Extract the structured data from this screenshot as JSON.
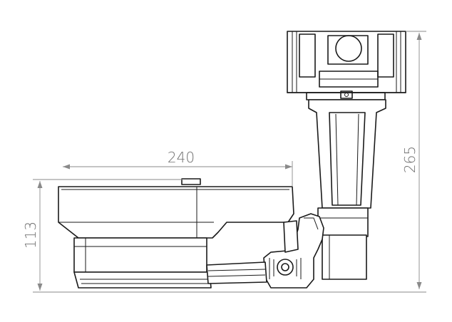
{
  "dimensions": {
    "width_label": "240",
    "height_camera_label": "113",
    "height_total_label": "265"
  },
  "colors": {
    "outline": "#1a1a1a",
    "dimension": "#8a8a8a",
    "background": "#ffffff"
  }
}
